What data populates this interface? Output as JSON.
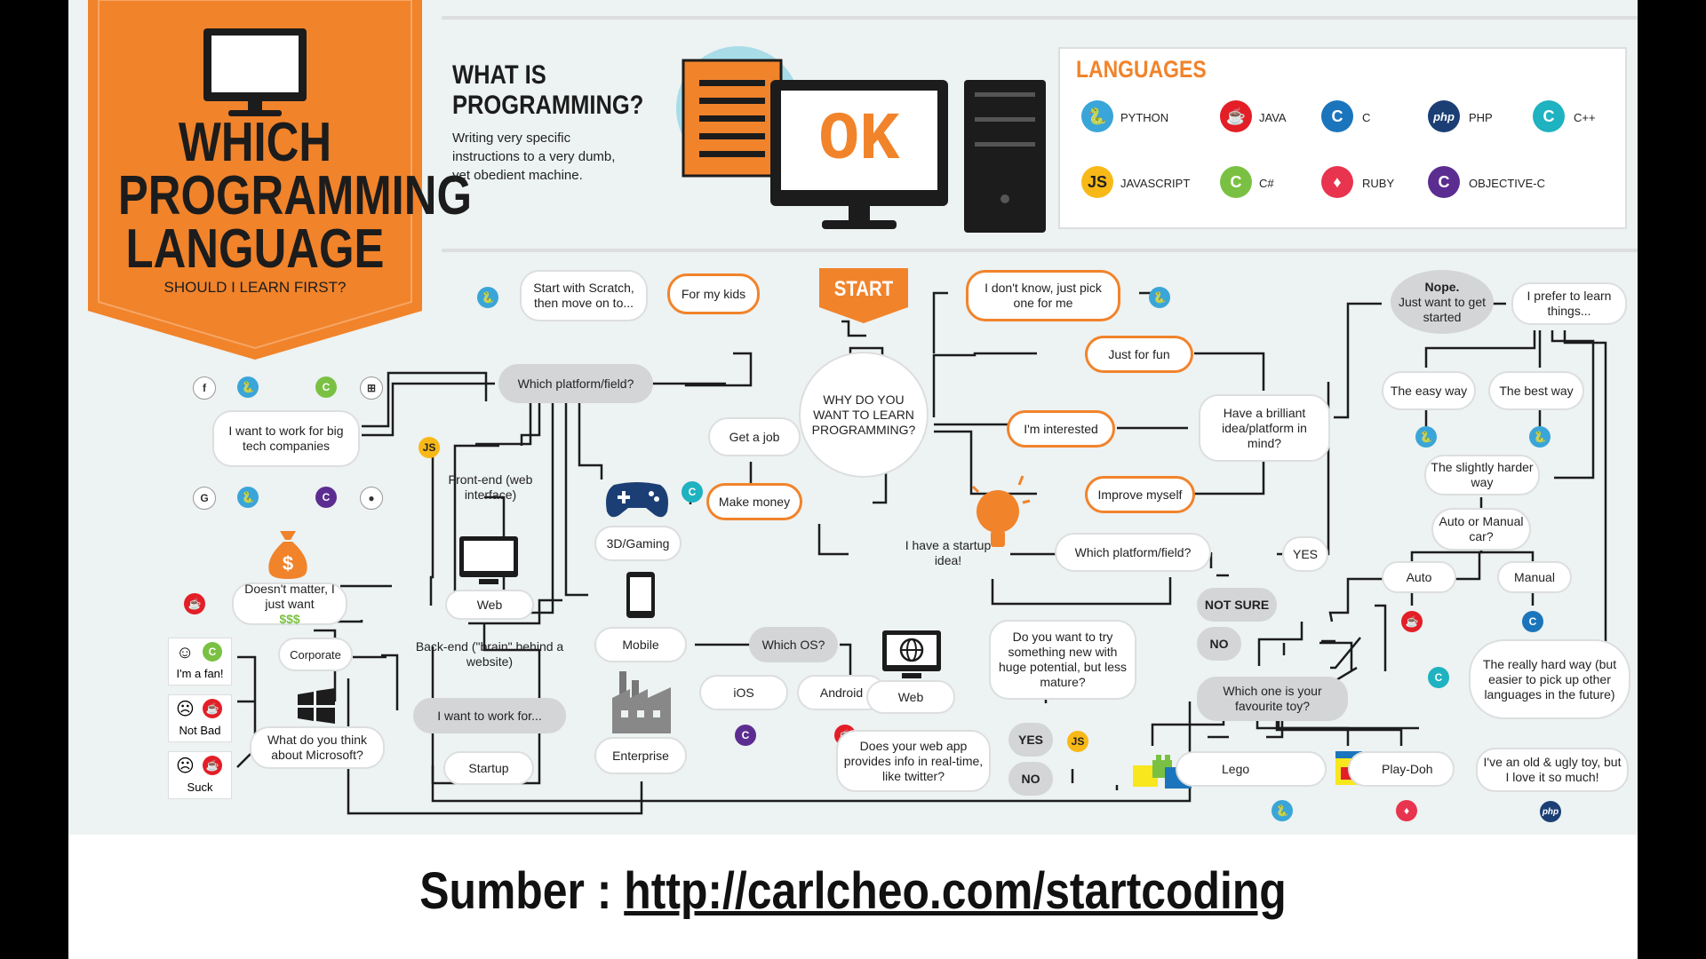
{
  "banner": {
    "line1": "WHICH",
    "line2": "PROGRAMMING",
    "line3": "LANGUAGE",
    "sub": "SHOULD I LEARN FIRST?"
  },
  "intro": {
    "title1": "WHAT IS",
    "title2": "PROGRAMMING?",
    "body1": "Writing very specific",
    "body2": "instructions to a very dumb,",
    "body3": "yet obedient machine.",
    "screen": "OK"
  },
  "languages": {
    "title": "LANGUAGES",
    "items": [
      "PYTHON",
      "JAVA",
      "C",
      "PHP",
      "C++",
      "JAVASCRIPT",
      "C#",
      "RUBY",
      "OBJECTIVE-C"
    ]
  },
  "start": "START",
  "nodes": {
    "why": "WHY DO YOU WANT TO LEARN PROGRAMMING?",
    "dont_know": "I don't know, just pick one for me",
    "for_kids": "For my kids",
    "scratch": "Start with Scratch, then move on to...",
    "just_fun": "Just for fun",
    "interested": "I'm interested",
    "improve": "Improve myself",
    "brilliant": "Have a brilliant idea/platform in mind?",
    "nope": "Nope.",
    "nope2": "Just want to get started",
    "prefer": "I prefer to learn things...",
    "easy": "The easy way",
    "best": "The best way",
    "slightly": "The slightly harder way",
    "auto_manual": "Auto or Manual car?",
    "auto": "Auto",
    "manual": "Manual",
    "really_hard": "The really hard way (but easier to pick up other languages in the future)",
    "old_toy": "I've an old & ugly toy, but I love it so much!",
    "get_job": "Get a job",
    "make_money": "Make money",
    "startup": "I have a startup idea!",
    "platform_mid": "Which platform/field?",
    "yes_mid": "YES",
    "platform_top": "Which platform/field?",
    "big_tech": "I want to work for big tech companies",
    "frontend": "Front-end (web interface)",
    "web_left": "Web",
    "backend": "Back-end (\"brain\" behind a website)",
    "work_for": "I want to work for...",
    "startup_small": "Startup",
    "corporate": "Corporate",
    "ms": "What do you think about Microsoft?",
    "doesnt_matter": "Doesn't matter, I just want",
    "dollars": "$$$",
    "fan": "I'm a fan!",
    "not_bad": "Not Bad",
    "suck": "Suck",
    "gaming": "3D/Gaming",
    "mobile": "Mobile",
    "which_os": "Which OS?",
    "ios": "iOS",
    "android": "Android",
    "enterprise": "Enterprise",
    "web_mid": "Web",
    "realtime": "Does your web app provides info in real-time, like twitter?",
    "yes_rt": "YES",
    "no_rt": "NO",
    "try_new": "Do you want to try something new with huge potential, but less mature?",
    "not_sure": "NOT SURE",
    "no_new": "NO",
    "fav_toy": "Which one is your favourite toy?",
    "lego": "Lego",
    "playdoh": "Play-Doh"
  },
  "footer": {
    "prefix": "Sumber : ",
    "url": "http://carlcheo.com/startcoding"
  },
  "colors": {
    "orange": "#f1832b",
    "sheet": "#edf2f2",
    "gray_node": "#d4d5d7"
  }
}
